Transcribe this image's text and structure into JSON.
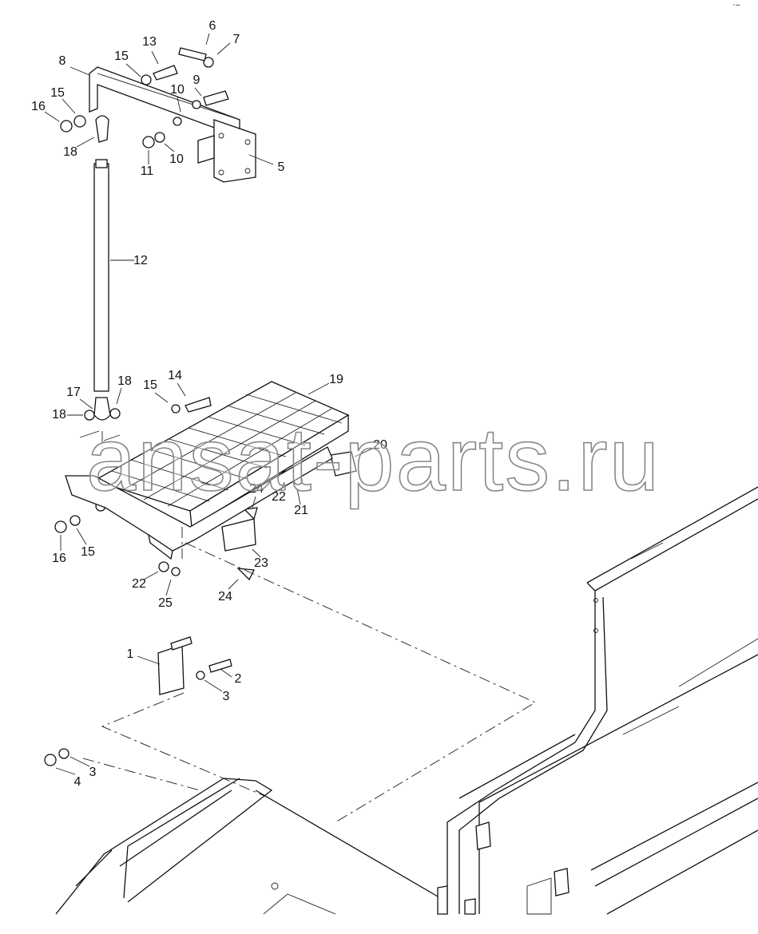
{
  "corner_text": "ᵃ ▪▪▪",
  "watermark": "ansat-parts.ru",
  "callouts": [
    "6",
    "7",
    "13",
    "15",
    "8",
    "9",
    "15",
    "10",
    "16",
    "18",
    "11",
    "10",
    "5",
    "12",
    "14",
    "19",
    "15",
    "17",
    "18",
    "18",
    "20",
    "24",
    "22",
    "21",
    "16",
    "15",
    "23",
    "22",
    "25",
    "24",
    "1",
    "2",
    "3",
    "3",
    "4"
  ]
}
